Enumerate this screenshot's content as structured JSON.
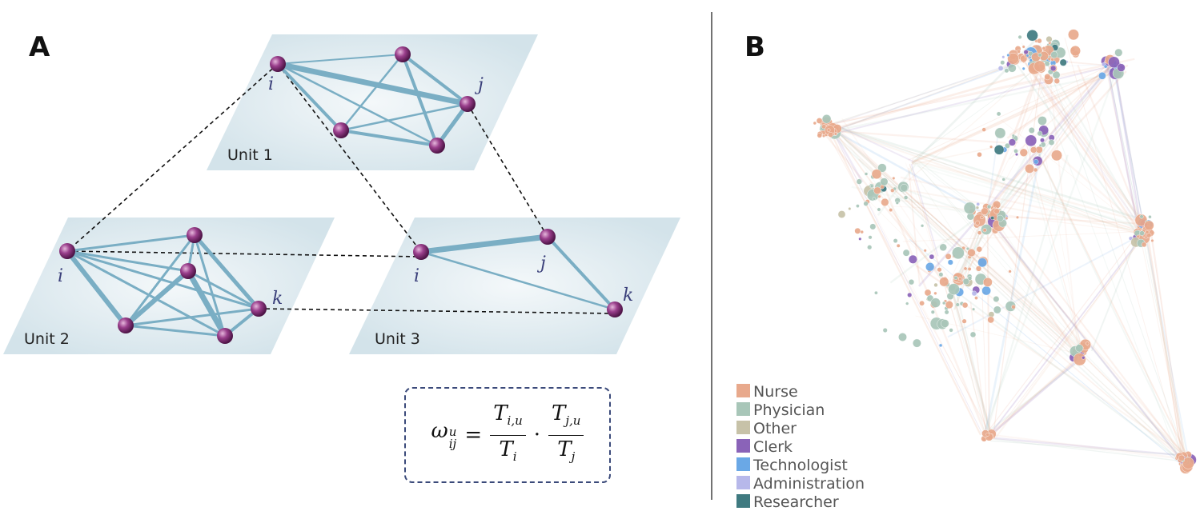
{
  "panels": {
    "a_label": "A",
    "b_label": "B"
  },
  "units": {
    "unit1": "Unit 1",
    "unit2": "Unit 2",
    "unit3": "Unit 3"
  },
  "node_labels": {
    "i": "i",
    "j": "j",
    "k": "k"
  },
  "formula": {
    "lhs_symbol": "ω",
    "lhs_sup": "u",
    "lhs_sub": "ij",
    "equals": "=",
    "frac1_num": "T",
    "frac1_num_sub": "i,u",
    "frac1_den": "T",
    "frac1_den_sub": "i",
    "dot": "·",
    "frac2_num": "T",
    "frac2_num_sub": "j,u",
    "frac2_den": "T",
    "frac2_den_sub": "j"
  },
  "legend": [
    {
      "label": "Nurse",
      "color": "#e8a98c"
    },
    {
      "label": "Physician",
      "color": "#a8c6b8"
    },
    {
      "label": "Other",
      "color": "#c7c2a8"
    },
    {
      "label": "Clerk",
      "color": "#8a63b8"
    },
    {
      "label": "Technologist",
      "color": "#6aa8e6"
    },
    {
      "label": "Administration",
      "color": "#b7b8ea"
    },
    {
      "label": "Researcher",
      "color": "#3f7a80"
    }
  ],
  "colors": {
    "plane_fill": "#dbe8ef",
    "edge": "#7aaec4",
    "node": "#7a2d6e",
    "dashed": "#111111"
  }
}
